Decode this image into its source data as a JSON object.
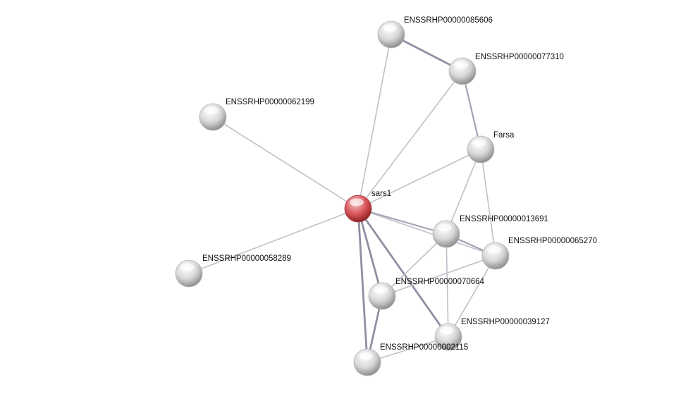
{
  "network": {
    "nodes": [
      {
        "id": "sars1",
        "label": "sars1",
        "query": true
      },
      {
        "id": "p085606",
        "label": "ENSSRHP00000085606",
        "query": false
      },
      {
        "id": "p077310",
        "label": "ENSSRHP00000077310",
        "query": false
      },
      {
        "id": "p062199",
        "label": "ENSSRHP00000062199",
        "query": false
      },
      {
        "id": "farsa",
        "label": "Farsa",
        "query": false
      },
      {
        "id": "p013691",
        "label": "ENSSRHP00000013691",
        "query": false
      },
      {
        "id": "p065270",
        "label": "ENSSRHP00000065270",
        "query": false
      },
      {
        "id": "p058289",
        "label": "ENSSRHP00000058289",
        "query": false
      },
      {
        "id": "p070664",
        "label": "ENSSRHP00000070664",
        "query": false
      },
      {
        "id": "p039127",
        "label": "ENSSRHP00000039127",
        "query": false
      },
      {
        "id": "p002115",
        "label": "ENSSRHP00000002115",
        "query": false
      }
    ],
    "edges": [
      {
        "source": "sars1",
        "target": "p085606",
        "strength": "low"
      },
      {
        "source": "sars1",
        "target": "p077310",
        "strength": "low"
      },
      {
        "source": "sars1",
        "target": "p062199",
        "strength": "low"
      },
      {
        "source": "sars1",
        "target": "p058289",
        "strength": "low"
      },
      {
        "source": "sars1",
        "target": "farsa",
        "strength": "low"
      },
      {
        "source": "sars1",
        "target": "p013691",
        "strength": "medium"
      },
      {
        "source": "sars1",
        "target": "p065270",
        "strength": "low"
      },
      {
        "source": "sars1",
        "target": "p070664",
        "strength": "high"
      },
      {
        "source": "sars1",
        "target": "p039127",
        "strength": "high"
      },
      {
        "source": "sars1",
        "target": "p002115",
        "strength": "high"
      },
      {
        "source": "p085606",
        "target": "p077310",
        "strength": "high"
      },
      {
        "source": "p077310",
        "target": "farsa",
        "strength": "medium"
      },
      {
        "source": "farsa",
        "target": "p013691",
        "strength": "low"
      },
      {
        "source": "farsa",
        "target": "p065270",
        "strength": "low"
      },
      {
        "source": "p013691",
        "target": "p065270",
        "strength": "medium"
      },
      {
        "source": "p013691",
        "target": "p070664",
        "strength": "low"
      },
      {
        "source": "p013691",
        "target": "p039127",
        "strength": "low"
      },
      {
        "source": "p065270",
        "target": "p070664",
        "strength": "low"
      },
      {
        "source": "p065270",
        "target": "p039127",
        "strength": "low"
      },
      {
        "source": "p070664",
        "target": "p002115",
        "strength": "high"
      },
      {
        "source": "p039127",
        "target": "p002115",
        "strength": "low"
      }
    ]
  },
  "colors": {
    "query_node": "#d9585c",
    "query_node_highlight": "#f6c3c3",
    "query_node_shadow": "#8c1e22",
    "other_node": "#d8d8d8",
    "other_node_highlight": "#ffffff",
    "other_node_shadow": "#8a8a8a",
    "edge_low": "#bfbfcb",
    "edge_medium": "#a3a3b5",
    "edge_high": "#8f8fa3"
  }
}
